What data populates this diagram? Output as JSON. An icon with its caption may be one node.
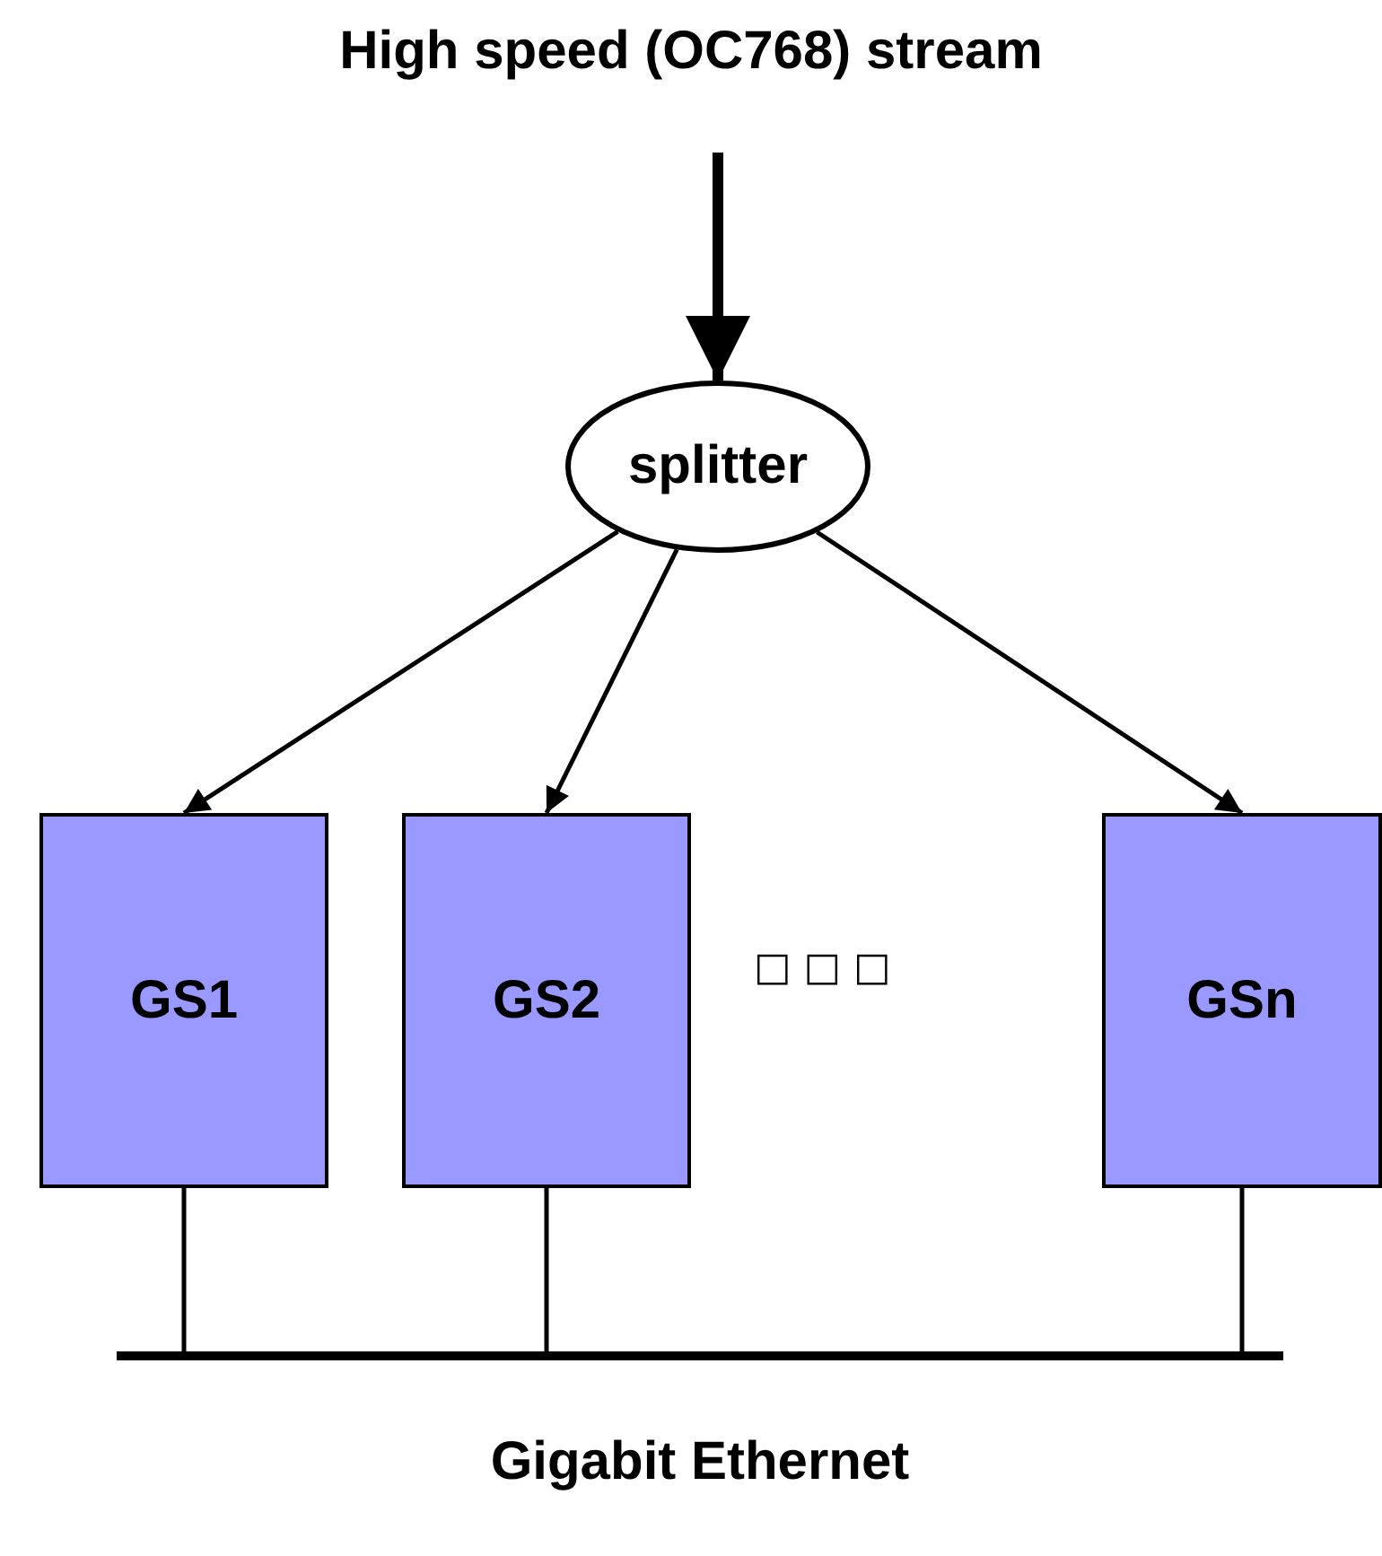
{
  "diagram": {
    "title": "High speed (OC768) stream",
    "nodes": [
      {
        "text": [
          "splitter"
        ]
      },
      {
        "text": [
          "GS1"
        ]
      },
      {
        "text": [
          "GS2"
        ]
      },
      {
        "text": [
          "GSn"
        ]
      },
      {
        "text": [],
        "shape": "bar",
        "beside": [
          "Gigabit Ethernet"
        ]
      }
    ],
    "edges": [
      {
        "from": null,
        "to": 0,
        "arrow": "to",
        "style": "thick"
      },
      {
        "from": 0,
        "to": 1,
        "arrow": "to"
      },
      {
        "from": 0,
        "to": 2,
        "arrow": "to"
      },
      {
        "from": 0,
        "to": 3,
        "arrow": "to"
      },
      {
        "from": 1,
        "to": 4,
        "arrow": "none"
      },
      {
        "from": 2,
        "to": 4,
        "arrow": "none"
      },
      {
        "from": 3,
        "to": 4,
        "arrow": "none"
      }
    ],
    "labels": [
      "□ □ □"
    ]
  }
}
